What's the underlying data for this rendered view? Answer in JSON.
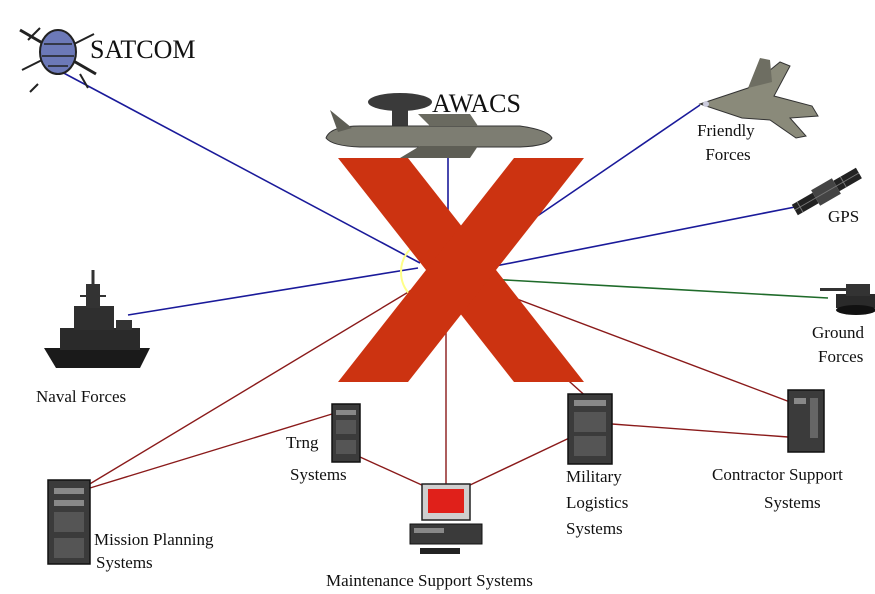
{
  "diagram": {
    "nodes": {
      "satcom": {
        "label": "SATCOM",
        "icon": "satellite-icon"
      },
      "awacs": {
        "label": "AWACS",
        "icon": "awacs-aircraft-icon"
      },
      "friendly_forces": {
        "label_lines": [
          "Friendly",
          "Forces"
        ],
        "icon": "fighter-jet-icon"
      },
      "gps": {
        "label": "GPS",
        "icon": "gps-satellite-icon"
      },
      "ground_forces": {
        "label_lines": [
          "Ground",
          "Forces"
        ],
        "icon": "tank-icon"
      },
      "naval_forces": {
        "label": "Naval Forces",
        "icon": "warship-icon"
      },
      "mission_planning": {
        "label_lines": [
          "Mission Planning",
          "Systems"
        ],
        "icon": "server-tower-icon"
      },
      "trng_systems": {
        "label_lines": [
          "Trng",
          "Systems"
        ],
        "icon": "server-tower-icon"
      },
      "maintenance_support": {
        "label": "Maintenance Support Systems",
        "icon": "workstation-icon"
      },
      "military_logistics": {
        "label_lines": [
          "Military",
          "Logistics",
          "Systems"
        ],
        "icon": "server-tower-icon"
      },
      "contractor_support": {
        "label_lines": [
          "Contractor Support",
          "Systems"
        ],
        "icon": "server-tower-icon"
      }
    },
    "overlay": {
      "icon": "red-x-icon",
      "color": "#cc3311"
    },
    "colors": {
      "blue_link": "#1a1a9a",
      "green_link": "#1f6b2a",
      "red_link": "#8a1a1a",
      "hub_ring": "#ffff66"
    }
  }
}
